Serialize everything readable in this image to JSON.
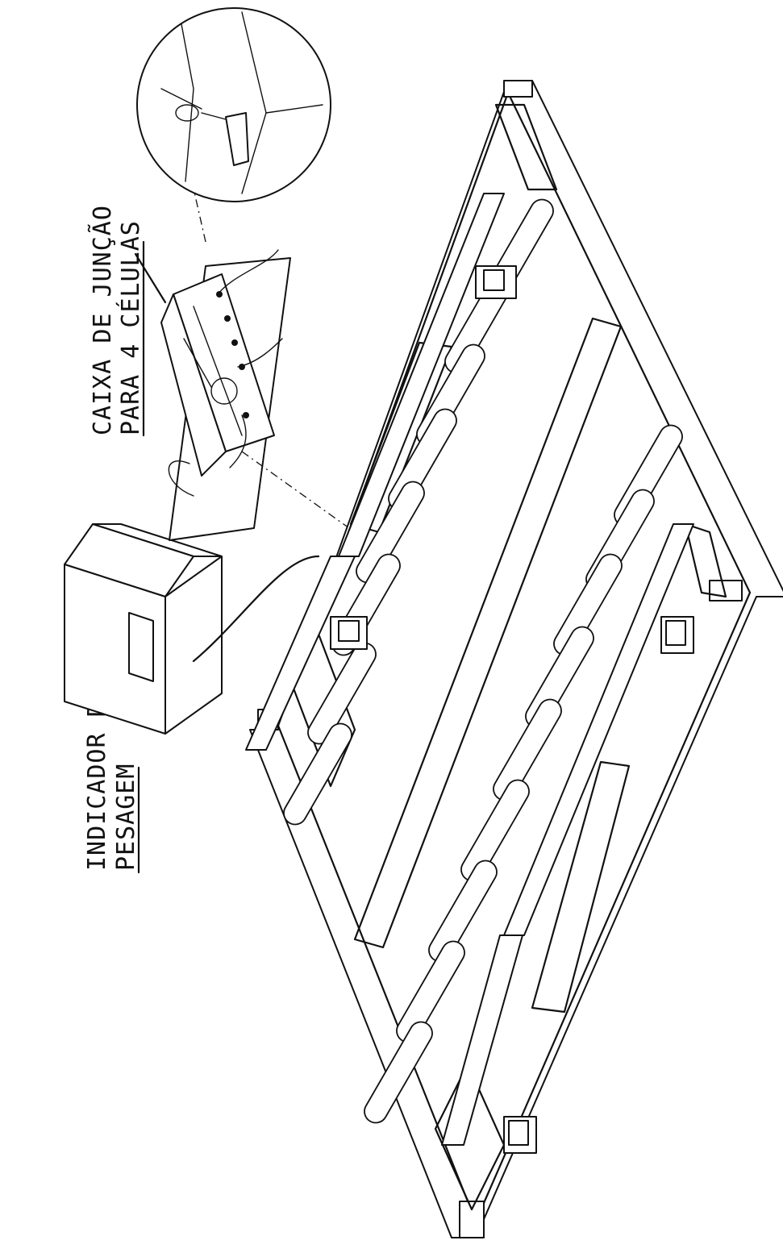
{
  "labels": {
    "indicator_line1": "INDICADOR DE",
    "indicator_line2": "PESAGEM",
    "junction_line1": "CAIXA DE JUNÇÃO",
    "junction_line2": "PARA 4 CÉLULAS"
  },
  "colors": {
    "ink": "#111111",
    "paper": "#ffffff"
  },
  "icons": [
    "weighing-indicator-icon",
    "junction-box-icon",
    "load-cell-icon",
    "magnifier-circle-icon"
  ]
}
